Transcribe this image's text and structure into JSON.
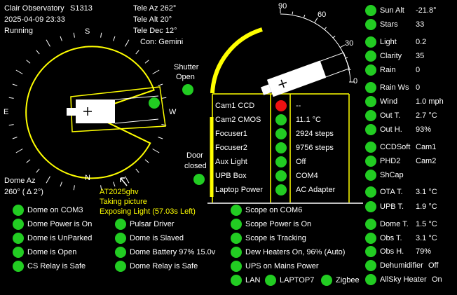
{
  "colors": {
    "ok": "#22cc22",
    "alert": "#ee1111",
    "accent": "#ffff00",
    "background": "#000000"
  },
  "header": {
    "observatory": "Clair Observatory",
    "station": "S1313",
    "datetime": "2025-04-09  23:33",
    "state": "Running",
    "tele_az": "Tele Az 262°",
    "tele_alt": "Tele Alt 20°",
    "tele_dec": "Tele Dec 12°",
    "con": "Con:  Gemini"
  },
  "compass": {
    "n": "N",
    "s": "S",
    "e": "E",
    "w": "W"
  },
  "dome": {
    "label": "Dome Az",
    "az": "260°  ( Δ 2°)"
  },
  "imaging": {
    "target": "AT2025ghv",
    "action": "Taking picture",
    "exposure": "Exposing Light (57.03s Left)"
  },
  "shutter": {
    "label_1": "Shutter",
    "label_2": "Open"
  },
  "door": {
    "label_1": "Door",
    "label_2": "closed"
  },
  "alt_scale": [
    "90",
    "60",
    "30",
    "0"
  ],
  "devices": [
    {
      "name": "Cam1 CCD",
      "value": "--",
      "status": "red"
    },
    {
      "name": "Cam2 CMOS",
      "value": "11.1 °C",
      "status": "ok"
    },
    {
      "name": "Focuser1",
      "value": "2924 steps",
      "status": "ok"
    },
    {
      "name": "Focuser2",
      "value": "9756 steps",
      "status": "ok"
    },
    {
      "name": "Aux Light",
      "value": "Off",
      "status": "ok"
    },
    {
      "name": "UPB Box",
      "value": "COM4",
      "status": "ok"
    },
    {
      "name": "Laptop Power",
      "value": "AC Adapter",
      "status": "ok"
    }
  ],
  "weather": [
    {
      "label": "Sun Alt",
      "value": "-21.8°"
    },
    {
      "label": "Stars",
      "value": "33"
    },
    {
      "label": "Light",
      "value": "0.2"
    },
    {
      "label": "Clarity",
      "value": "35"
    },
    {
      "label": "Rain",
      "value": "0"
    },
    {
      "label": "Rain Ws",
      "value": "0"
    },
    {
      "label": "Wind",
      "value": "1.0 mph"
    },
    {
      "label": "Out T.",
      "value": "2.7 °C"
    },
    {
      "label": "Out H.",
      "value": "93%"
    },
    {
      "label": "CCDSoft",
      "value": "Cam1"
    },
    {
      "label": "PHD2",
      "value": "Cam2"
    },
    {
      "label": "ShCap",
      "value": ""
    },
    {
      "label": "OTA T.",
      "value": "3.1 °C"
    },
    {
      "label": "UPB T.",
      "value": "1.9 °C"
    },
    {
      "label": "Dome T.",
      "value": "1.5 °C"
    },
    {
      "label": "Obs T.",
      "value": "3.1 °C"
    },
    {
      "label": "Obs H.",
      "value": "79%"
    },
    {
      "label": "Dehumidifier",
      "value": "Off"
    },
    {
      "label": "AllSky Heater",
      "value": "On"
    }
  ],
  "dome_status": [
    "Dome on COM3",
    "Dome Power is On",
    "Dome is UnParked",
    "Dome is Open",
    "CS Relay is Safe"
  ],
  "dome_extra": [
    "Pulsar Driver",
    "Dome is Slaved",
    "Dome Battery 97%  15.0v",
    "Dome Relay is Safe"
  ],
  "scope_status": [
    "Scope on COM6",
    "Scope Power is On",
    "Scope is Tracking",
    "Dew Heaters On, 96% (Auto)",
    "UPS on Mains Power"
  ],
  "network": [
    "LAN",
    "LAPTOP7",
    "Zigbee"
  ]
}
